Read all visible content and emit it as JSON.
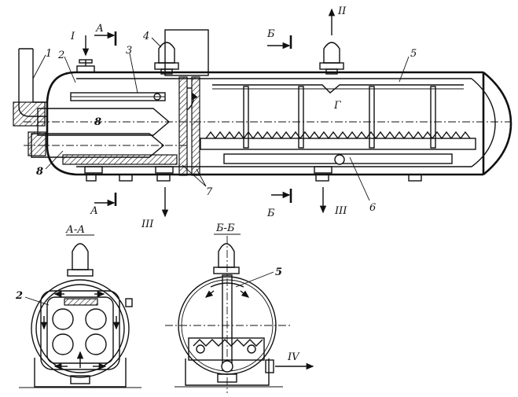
{
  "labels": {
    "n1": "1",
    "n2": "2",
    "n3": "3",
    "n4": "4",
    "n5": "5",
    "n6": "6",
    "n7": "7",
    "n8a": "8",
    "n8b": "8",
    "n2_section": "2",
    "n5_section": "5",
    "I": "I",
    "II": "II",
    "III_left": "III",
    "III_right": "III",
    "IV": "IV",
    "A_top": "А",
    "A_bottom": "А",
    "B_top": "Б",
    "B_bottom": "Б",
    "G": "Г",
    "section_AA": "А-А",
    "section_BB": "Б-Б"
  }
}
